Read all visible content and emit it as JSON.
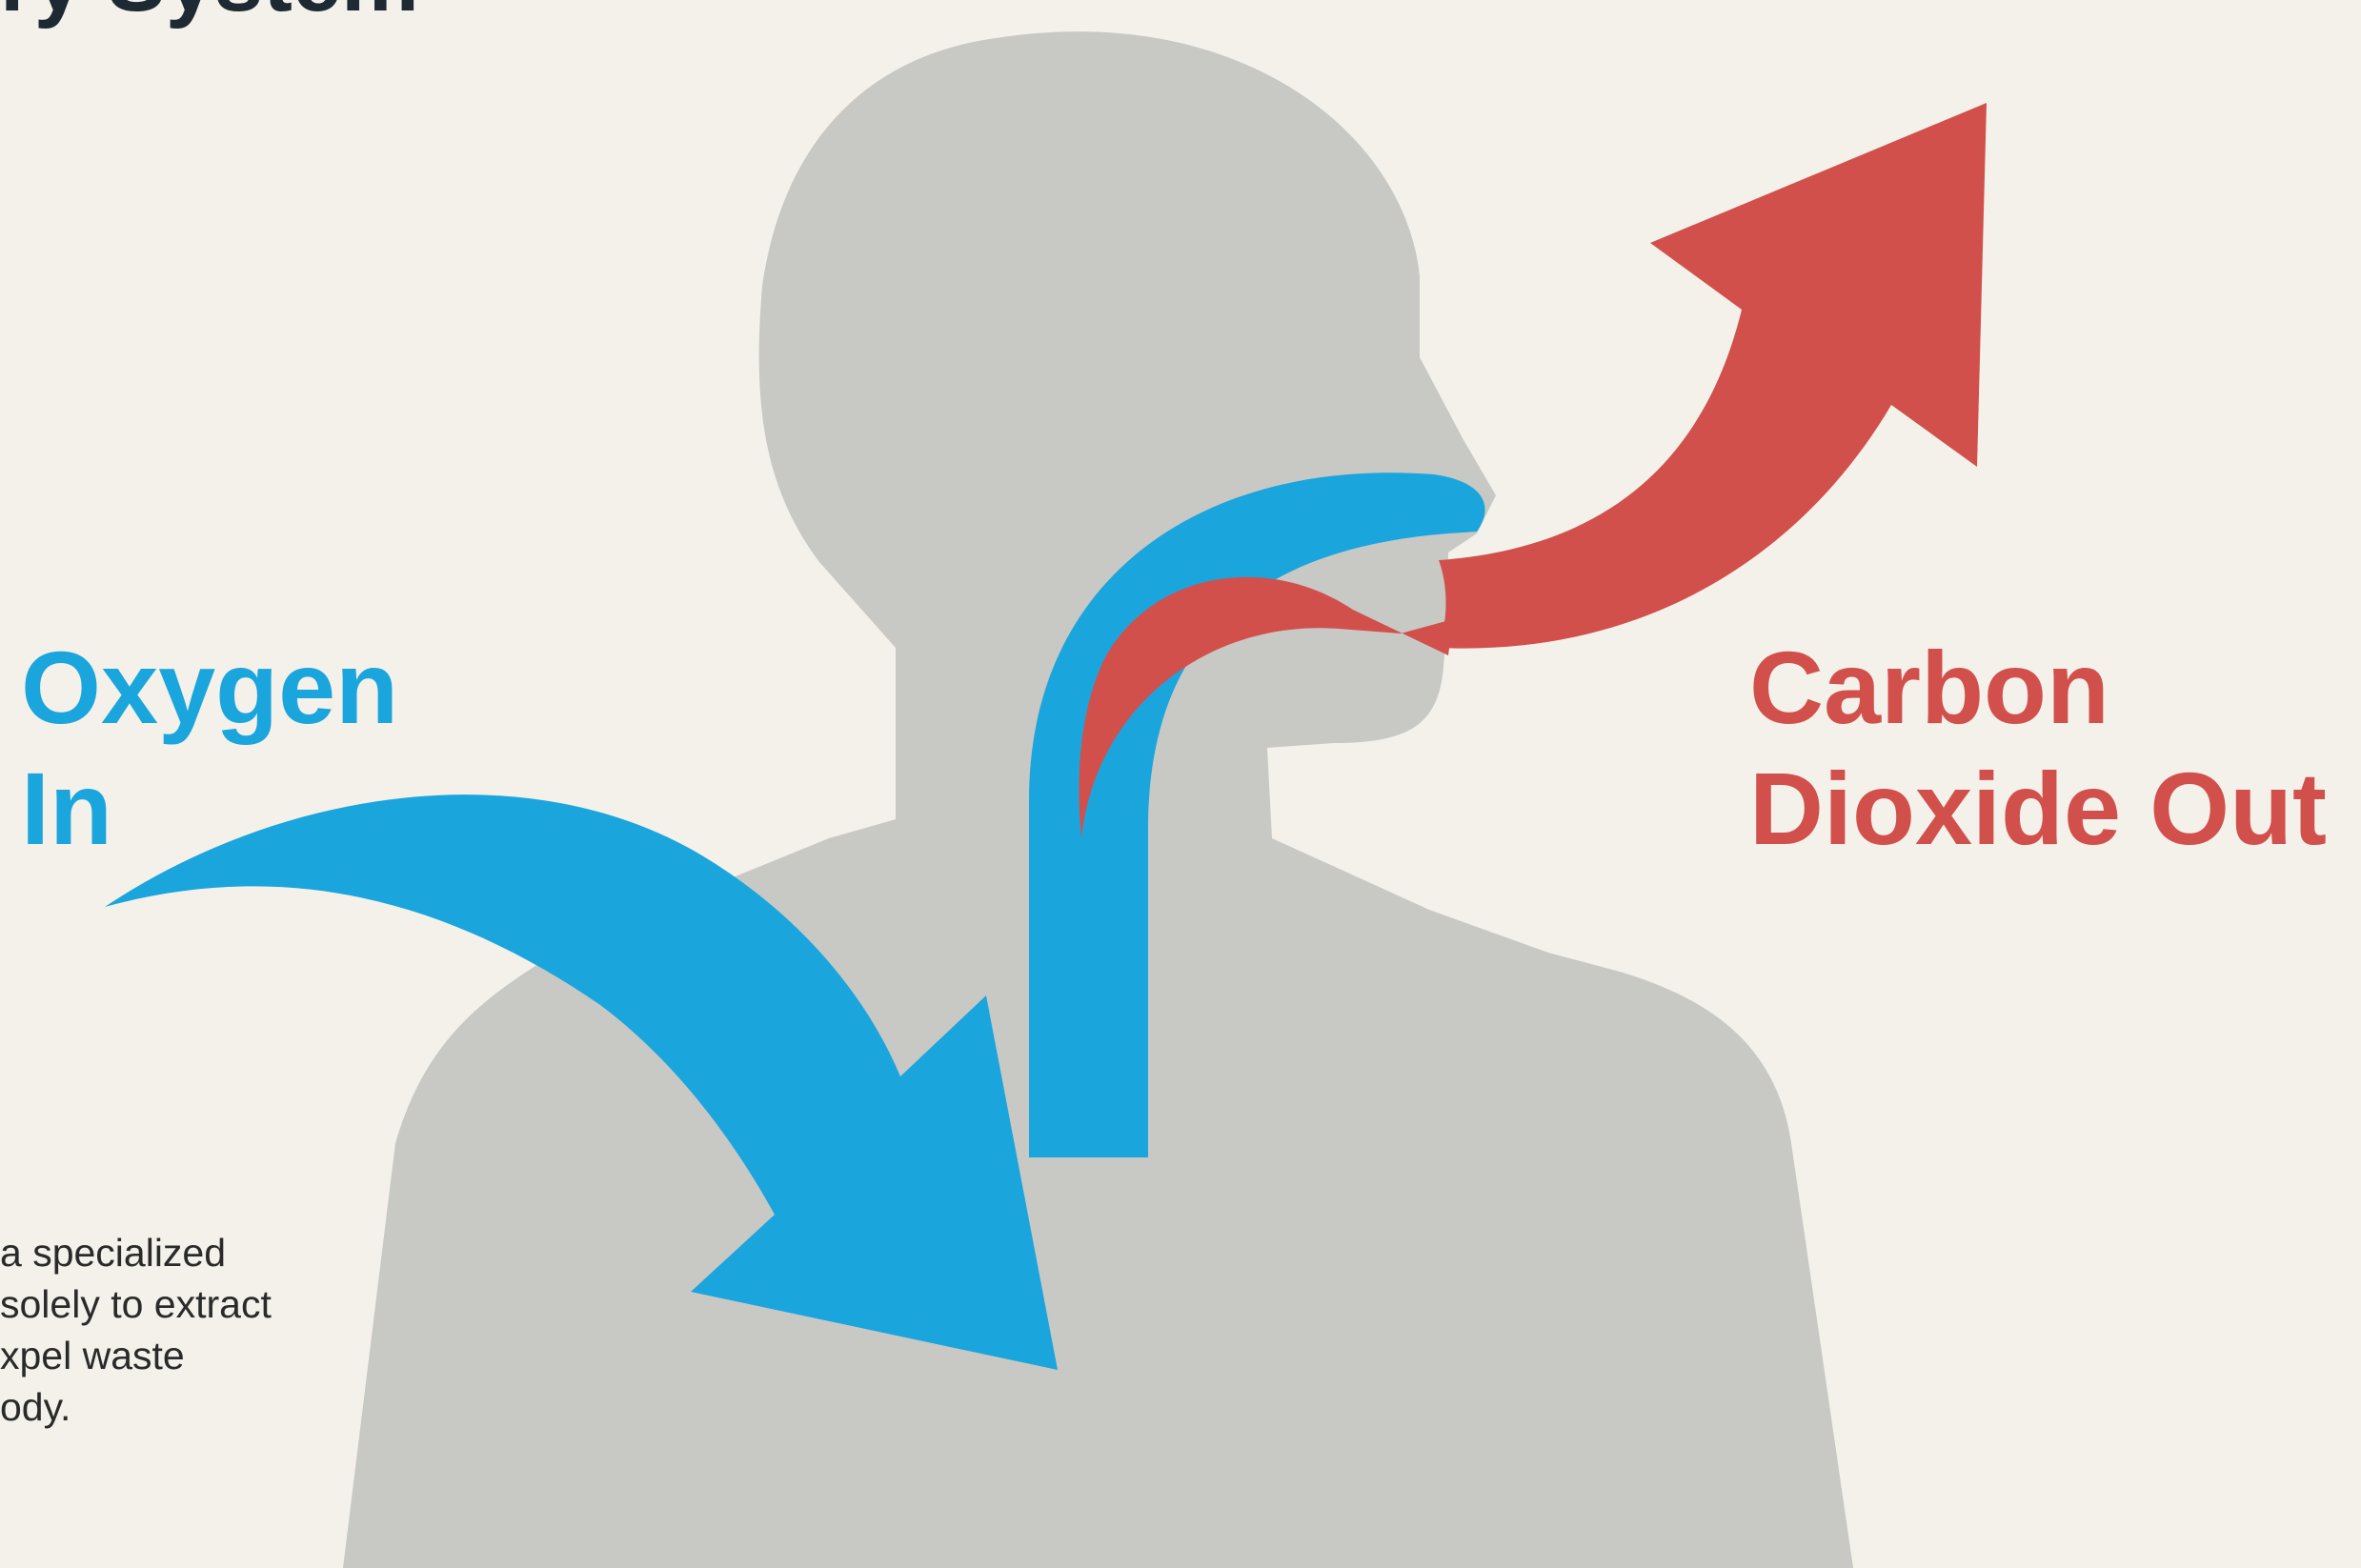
{
  "title_fragment": "ry System",
  "labels": {
    "oxygen": {
      "line1": "Oxygen",
      "line2": "In"
    },
    "co2": {
      "line1": "Carbon",
      "line2": "Dioxide Out"
    }
  },
  "caption": {
    "lines": [
      "a specialized",
      "solely to extract",
      "xpel waste",
      "ody."
    ]
  },
  "colors": {
    "background": "#f3f1ea",
    "silhouette": "#c8c8c5",
    "oxygen": "#1ba5dd",
    "carbon_dioxide": "#d2504c"
  },
  "icons": [
    "human-head-silhouette",
    "oxygen-inflow-arrow",
    "carbon-dioxide-outflow-arrow",
    "airway-tube"
  ]
}
